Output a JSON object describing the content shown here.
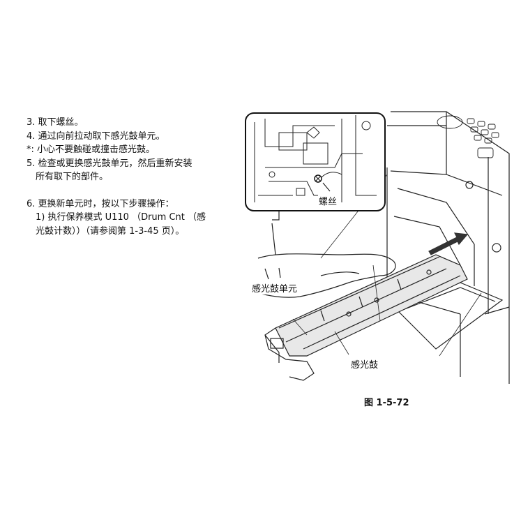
{
  "steps": [
    {
      "num": "3. ",
      "text": "取下螺丝。"
    },
    {
      "num": "4. ",
      "text": "通过向前拉动取下感光鼓单元。"
    },
    {
      "num": "*: ",
      "text": "小心不要触碰或撞击感光鼓。"
    },
    {
      "num": "5. ",
      "text": "检查或更换感光鼓单元，然后重新安装",
      "cont": "所有取下的部件。"
    },
    {
      "num": "6. ",
      "text": "更换新单元时，按以下步骤操作：",
      "sub": "1) 执行保养模式 U110 （Drum Cnt （感",
      "sub2": "光鼓计数））（请参阅第 1-3-45 页）。"
    }
  ],
  "figure": {
    "label_screw": "螺丝",
    "label_drum_unit": "感光鼓单元",
    "label_drum": "感光鼓",
    "caption": "图 1-5-72"
  }
}
